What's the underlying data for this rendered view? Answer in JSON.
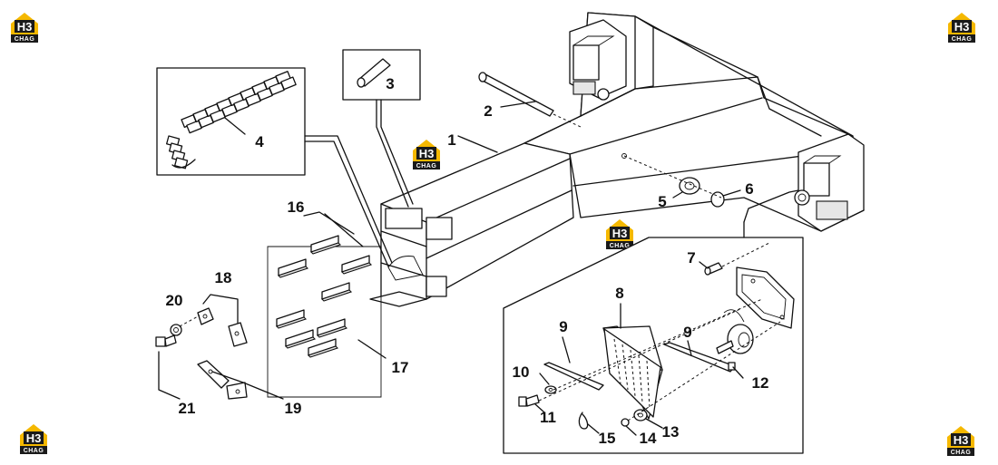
{
  "brand": {
    "mark": "H3",
    "sub": "CHAG",
    "color_yellow": "#f5b800",
    "color_dark": "#1a1a1a"
  },
  "callouts": [
    "1",
    "2",
    "3",
    "4",
    "5",
    "6",
    "7",
    "8",
    "9",
    "9",
    "10",
    "11",
    "12",
    "13",
    "14",
    "15",
    "16",
    "17",
    "18",
    "19",
    "20",
    "21"
  ]
}
